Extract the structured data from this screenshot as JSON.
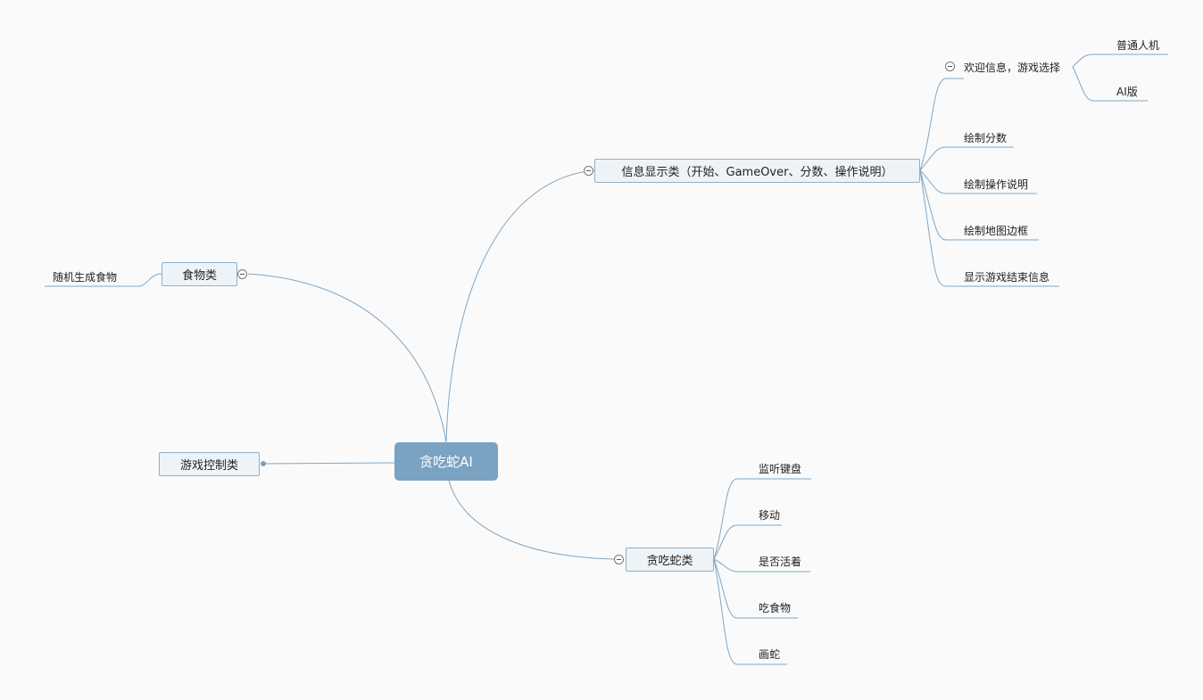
{
  "root": {
    "label": "贪吃蛇AI"
  },
  "branches": {
    "info": {
      "label": "信息显示类（开始、GameOver、分数、操作说明）",
      "children": [
        {
          "label": "欢迎信息，游戏选择",
          "children": [
            "普通人机",
            "AI版"
          ]
        },
        {
          "label": "绘制分数"
        },
        {
          "label": "绘制操作说明"
        },
        {
          "label": "绘制地图边框"
        },
        {
          "label": "显示游戏结束信息"
        }
      ]
    },
    "food": {
      "label": "食物类",
      "children": [
        "随机生成食物"
      ]
    },
    "control": {
      "label": "游戏控制类"
    },
    "snake": {
      "label": "贪吃蛇类",
      "children": [
        "监听键盘",
        "移动",
        "是否活着",
        "吃食物",
        "画蛇"
      ]
    }
  }
}
